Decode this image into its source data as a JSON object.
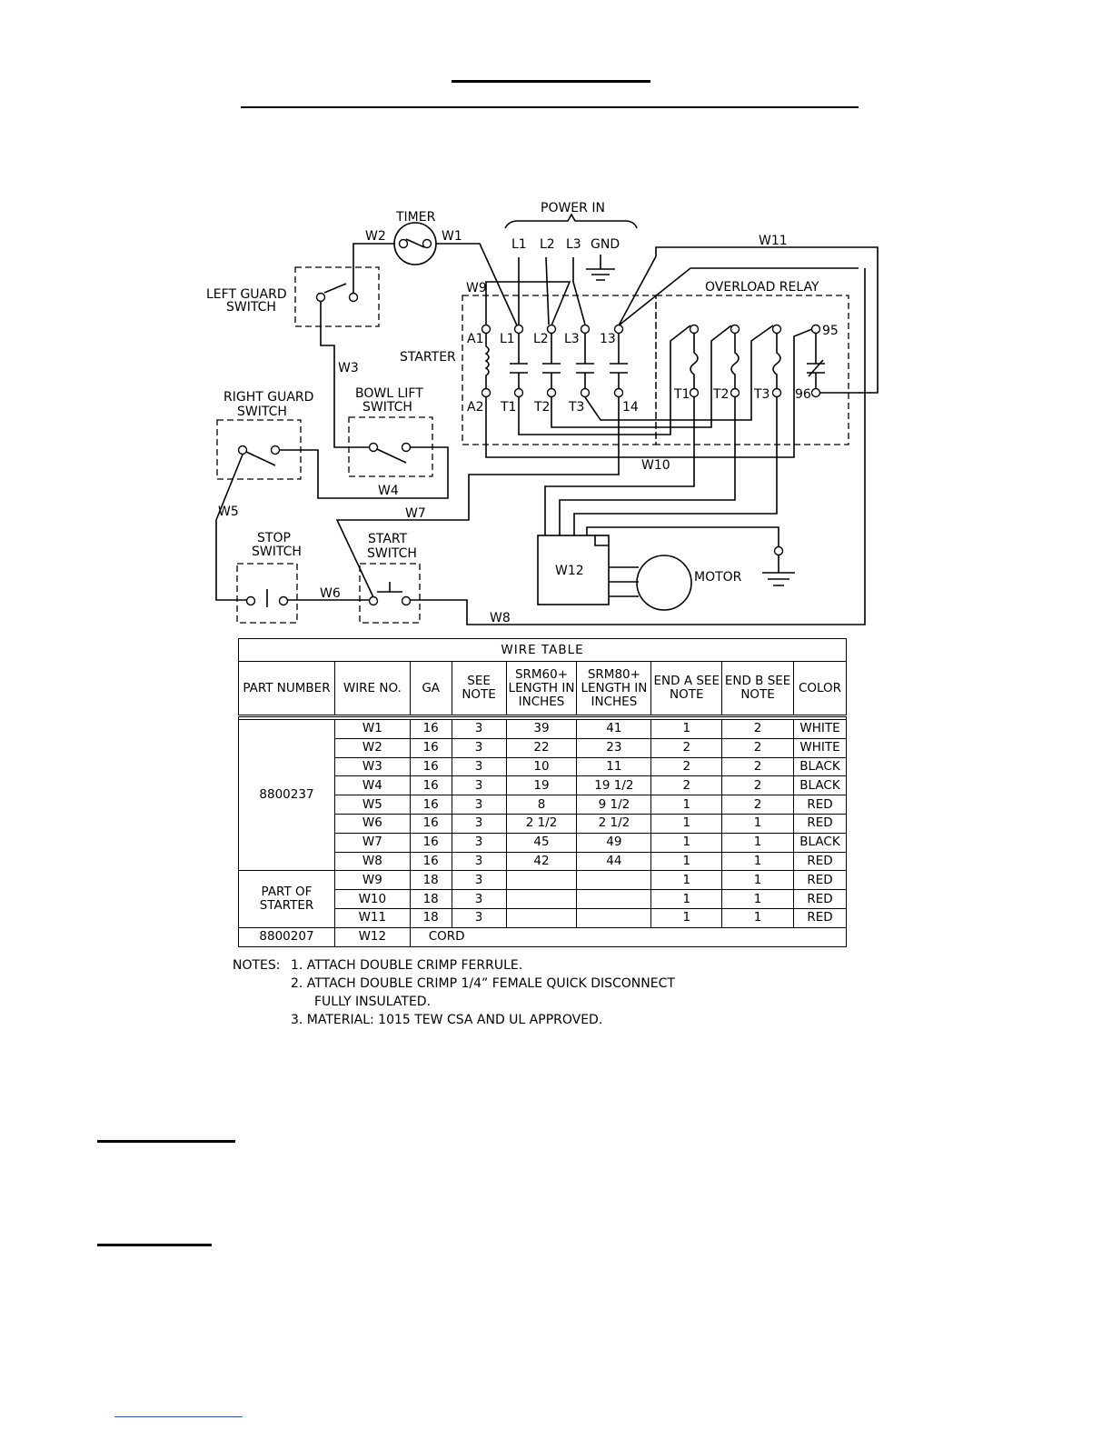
{
  "diagram": {
    "timer": "TIMER",
    "power_in": "POWER IN",
    "power_terminals": [
      "L1",
      "L2",
      "L3",
      "GND"
    ],
    "left_guard_switch": [
      "LEFT GUARD",
      "SWITCH"
    ],
    "right_guard_switch": [
      "RIGHT GUARD",
      "SWITCH"
    ],
    "bowl_lift_switch": [
      "BOWL LIFT",
      "SWITCH"
    ],
    "stop_switch": [
      "STOP",
      "SWITCH"
    ],
    "start_switch": [
      "START",
      "SWITCH"
    ],
    "starter": "STARTER",
    "overload_relay": "OVERLOAD RELAY",
    "motor": "MOTOR",
    "starter_top_terminals": [
      "A1",
      "L1",
      "L2",
      "L3",
      "13"
    ],
    "starter_bottom_terminals": [
      "A2",
      "T1",
      "T2",
      "T3",
      "14"
    ],
    "overload_terminals": [
      "T1",
      "T2",
      "T3",
      "95",
      "96"
    ],
    "wires": [
      "W1",
      "W2",
      "W3",
      "W4",
      "W5",
      "W6",
      "W7",
      "W8",
      "W9",
      "W10",
      "W11",
      "W12"
    ]
  },
  "wire_table": {
    "title": "WIRE TABLE",
    "headers": [
      "PART NUMBER",
      "WIRE NO.",
      "GA",
      "SEE NOTE",
      "SRM60+ LENGTH IN INCHES",
      "SRM80+ LENGTH IN INCHES",
      "END A SEE NOTE",
      "END B SEE NOTE",
      "COLOR"
    ],
    "groups": [
      {
        "part": "8800237",
        "rows": [
          [
            "W1",
            "16",
            "3",
            "39",
            "41",
            "1",
            "2",
            "WHITE"
          ],
          [
            "W2",
            "16",
            "3",
            "22",
            "23",
            "2",
            "2",
            "WHITE"
          ],
          [
            "W3",
            "16",
            "3",
            "10",
            "11",
            "2",
            "2",
            "BLACK"
          ],
          [
            "W4",
            "16",
            "3",
            "19",
            "19 1/2",
            "2",
            "2",
            "BLACK"
          ],
          [
            "W5",
            "16",
            "3",
            "8",
            "9 1/2",
            "1",
            "2",
            "RED"
          ],
          [
            "W6",
            "16",
            "3",
            "2 1/2",
            "2 1/2",
            "1",
            "1",
            "RED"
          ],
          [
            "W7",
            "16",
            "3",
            "45",
            "49",
            "1",
            "1",
            "BLACK"
          ],
          [
            "W8",
            "16",
            "3",
            "42",
            "44",
            "1",
            "1",
            "RED"
          ]
        ]
      },
      {
        "part": "PART OF STARTER",
        "rows": [
          [
            "W9",
            "18",
            "3",
            "",
            "",
            "1",
            "1",
            "RED"
          ],
          [
            "W10",
            "18",
            "3",
            "",
            "",
            "1",
            "1",
            "RED"
          ],
          [
            "W11",
            "18",
            "3",
            "",
            "",
            "1",
            "1",
            "RED"
          ]
        ]
      }
    ],
    "cord_row": {
      "part": "8800207",
      "wire": "W12",
      "value": "CORD"
    }
  },
  "notes": {
    "label": "NOTES:",
    "items": [
      "1. ATTACH DOUBLE CRIMP FERRULE.",
      "2. ATTACH DOUBLE CRIMP 1/4” FEMALE QUICK DISCONNECT",
      "FULLY INSULATED.",
      "3. MATERIAL: 1015 TEW CSA AND UL APPROVED."
    ]
  }
}
